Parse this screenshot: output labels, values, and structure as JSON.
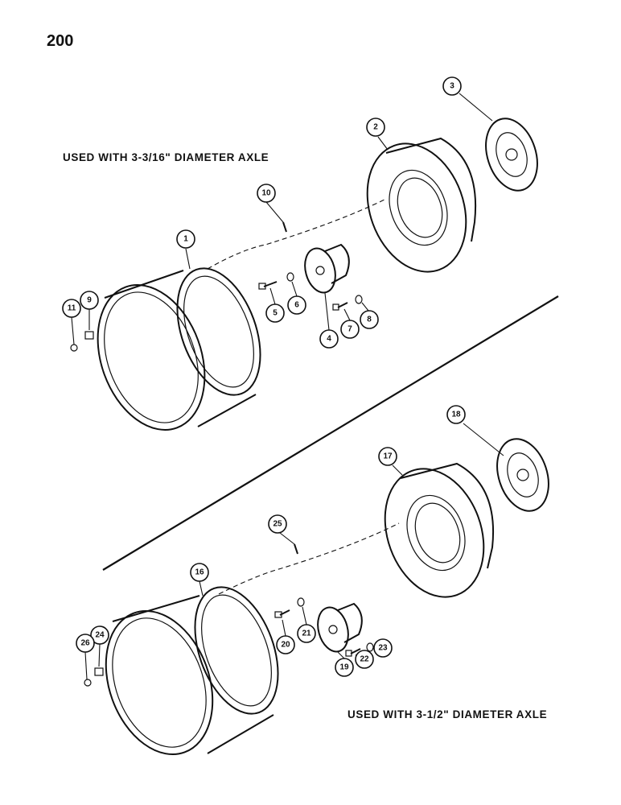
{
  "page_number": "200",
  "captions": {
    "top": "USED WITH 3-3/16\" DIAMETER AXLE",
    "bottom": "USED WITH 3-1/2\" DIAMETER AXLE"
  },
  "callouts": {
    "c1": "1",
    "c2": "2",
    "c3": "3",
    "c4": "4",
    "c5": "5",
    "c6": "6",
    "c7": "7",
    "c8": "8",
    "c9": "9",
    "c10": "10",
    "c11": "11",
    "c16": "16",
    "c17": "17",
    "c18": "18",
    "c19": "19",
    "c20": "20",
    "c21": "21",
    "c22": "22",
    "c23": "23",
    "c24": "24",
    "c25": "25",
    "c26": "26"
  }
}
